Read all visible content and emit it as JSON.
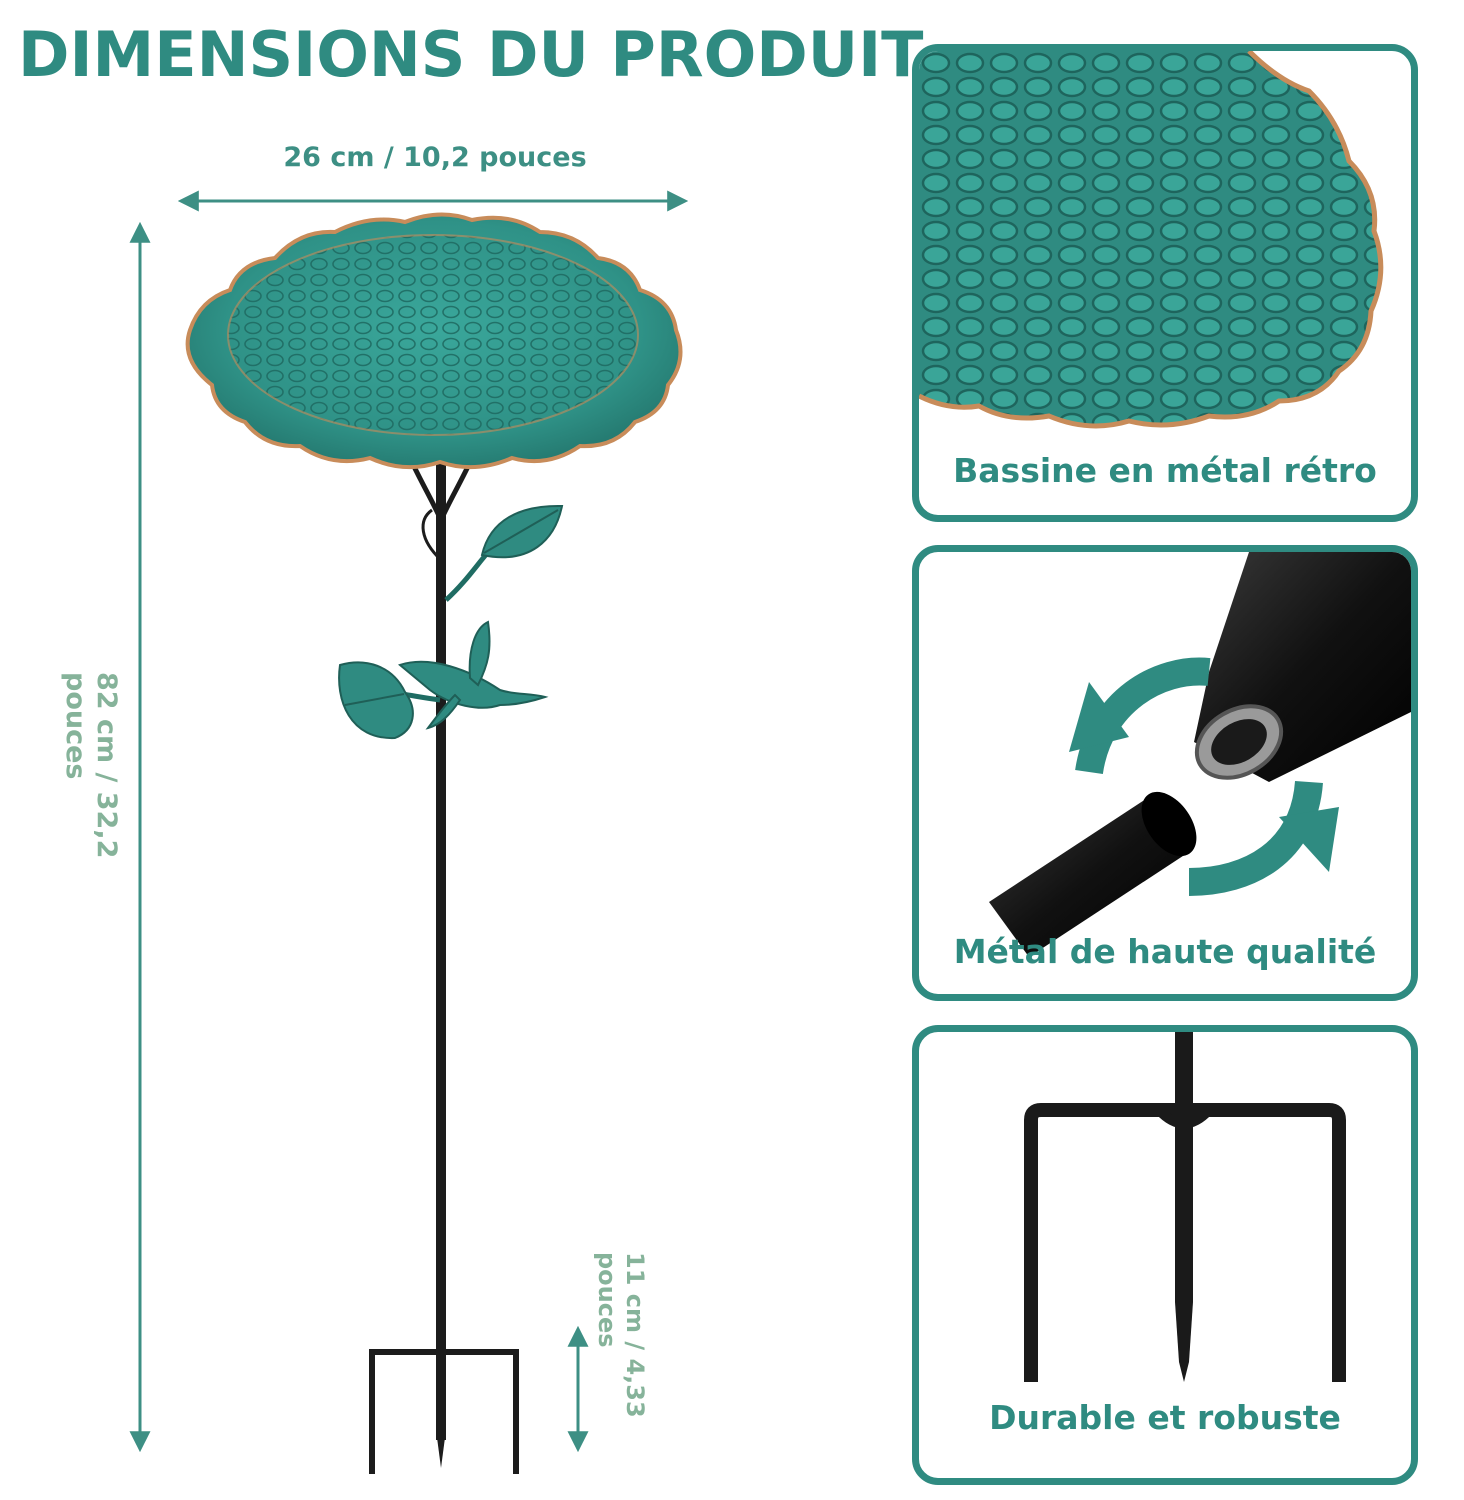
{
  "title": "DIMENSIONS DU PRODUIT",
  "dimensions": {
    "width": "26 cm / 10,2 pouces",
    "height_line1": "82 cm / 32,2",
    "height_line2": "pouces",
    "stake_line1": "11 cm / 4,33",
    "stake_line2": "pouces"
  },
  "features": [
    {
      "caption": "Bassine en métal rétro",
      "icon": "basin-texture-icon"
    },
    {
      "caption": "Métal de haute qualité",
      "icon": "threaded-pole-icon"
    },
    {
      "caption": "Durable et robuste",
      "icon": "fork-stake-icon"
    }
  ],
  "colors": {
    "accent": "#2f8b81",
    "label_green": "#86b39a",
    "verdigris": "#3a9e92",
    "pole": "#1c1c1c",
    "copper": "#b07a50"
  }
}
